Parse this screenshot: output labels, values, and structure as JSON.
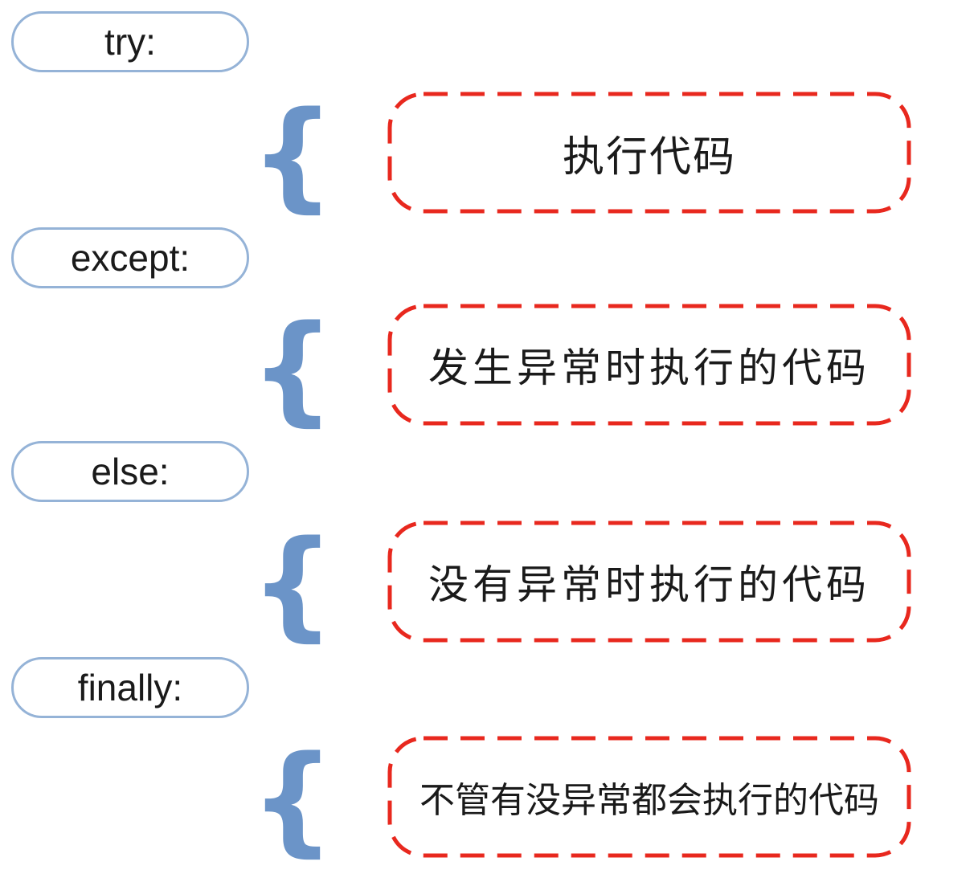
{
  "diagram": {
    "rows": [
      {
        "keyword": "try:",
        "description": "执行代码"
      },
      {
        "keyword": "except:",
        "description": "发生异常时执行的代码"
      },
      {
        "keyword": "else:",
        "description": "没有异常时执行的代码"
      },
      {
        "keyword": "finally:",
        "description": "不管有没异常都会执行的代码"
      }
    ],
    "colors": {
      "pill_border": "#95b3d7",
      "brace": "#6b94c8",
      "box_border": "#e8281e",
      "text": "#1a1a1a"
    }
  }
}
